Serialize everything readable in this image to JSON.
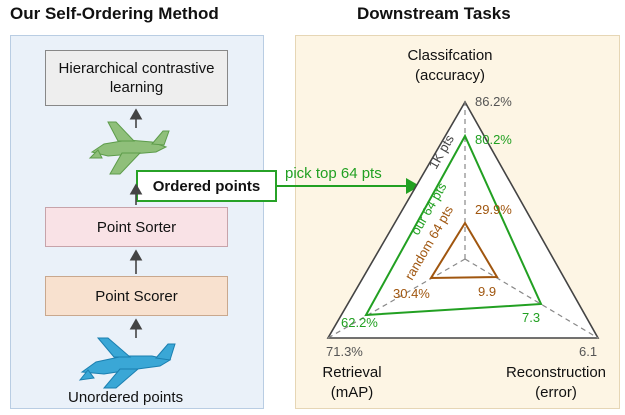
{
  "titles": {
    "left": "Our Self-Ordering Method",
    "right": "Downstream Tasks"
  },
  "method": {
    "hierarchical_box": "Hierarchical contrastive learning",
    "ordered_box": "Ordered points",
    "sorter_box": "Point Sorter",
    "scorer_box": "Point Scorer",
    "unordered_caption": "Unordered points",
    "pick_label": "pick top 64 pts"
  },
  "radar": {
    "axes": [
      {
        "name": "Classifcation",
        "sub": "(accuracy)"
      },
      {
        "name": "Retrieval",
        "sub": "(mAP)"
      },
      {
        "name": "Reconstruction",
        "sub": "(error)"
      }
    ],
    "series_labels": {
      "outer": "1K pts",
      "ours": "our 64 pts",
      "random": "random 64 pts"
    },
    "values": {
      "outer": [
        "86.2%",
        "71.3%",
        "6.1"
      ],
      "ours": [
        "80.2%",
        "62.2%",
        "7.3"
      ],
      "random": [
        "29.9%",
        "30.4%",
        "9.9"
      ]
    },
    "colors": {
      "outer": "#444444",
      "ours": "#22a022",
      "random": "#a0560f",
      "airplane_top": "#8fbf7a",
      "airplane_bottom": "#2a9fd0"
    }
  }
}
